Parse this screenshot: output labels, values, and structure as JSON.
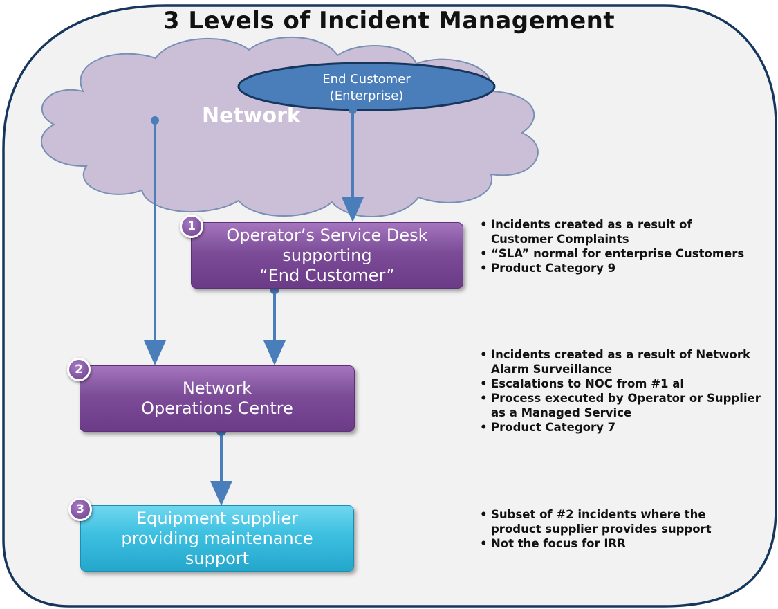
{
  "title": "3 Levels of Incident Management",
  "cloud": {
    "label": "Network"
  },
  "end_customer": {
    "label": "End Customer\n(Enterprise)"
  },
  "levels": [
    {
      "number": "1",
      "label": "Operator’s  Service Desk\nsupporting\n“End Customer”",
      "color": "#7c4c98"
    },
    {
      "number": "2",
      "label": "Network\nOperations Centre",
      "color": "#7c4c98"
    },
    {
      "number": "3",
      "label": "Equipment supplier\nproviding maintenance\nsupport",
      "color": "#3cbfe0"
    }
  ],
  "notes": [
    [
      "Incidents created as a result of Customer Complaints",
      "“SLA” normal for enterprise Customers",
      "Product Category 9"
    ],
    [
      "Incidents created as a result of Network Alarm Surveillance",
      "Escalations to NOC  from #1 al",
      "Process executed by Operator or Supplier as a Managed Service",
      "Product Category 7"
    ],
    [
      "Subset of #2 incidents where the product supplier provides support",
      "Not the focus for IRR"
    ]
  ],
  "colors": {
    "arrow": "#4a7ebb",
    "cloud_fill": "#cbbfd8",
    "ellipse_fill": "#4a7ebb",
    "frame_fill": "#f2f2f2",
    "frame_stroke": "#17365d"
  }
}
